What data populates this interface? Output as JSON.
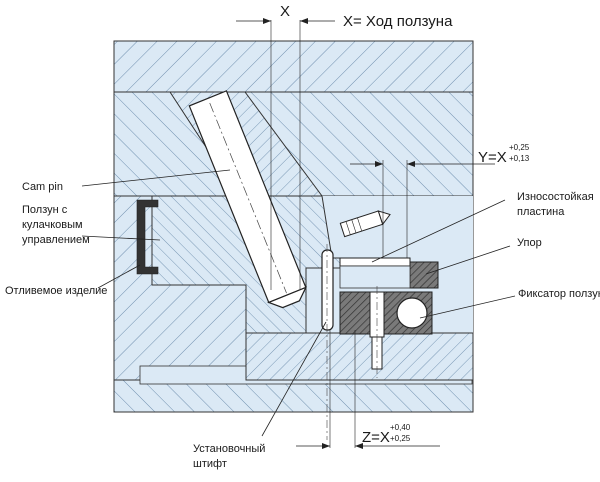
{
  "dimensions": {
    "x_label": "X",
    "stroke_label": "X= Ход ползуна",
    "y_main": "Y=X",
    "y_tol_upper": "+0,25",
    "y_tol_lower": "+0,13",
    "z_main": "Z=X",
    "z_tol_upper": "+0,40",
    "z_tol_lower": "+0,25"
  },
  "callouts": {
    "cam_pin": "Cam pin",
    "slider_cam_line1": "Ползун с",
    "slider_cam_line2": "кулачковым",
    "slider_cam_line3": "управлением",
    "molded_part": "Отливемое изделие",
    "wear_plate_line1": "Износостойкая",
    "wear_plate_line2": "пластина",
    "stop": "Упор",
    "slider_lock": "Фиксатор ползуна",
    "locating_pin_line1": "Установочный",
    "locating_pin_line2": "штифт"
  },
  "colors": {
    "hatch_fill": "#dbe9f5",
    "hatch_line": "#6f8fae",
    "pin_fill": "#ffffff",
    "stop_fill": "#333333",
    "wear_plate_fill": "#555555"
  }
}
